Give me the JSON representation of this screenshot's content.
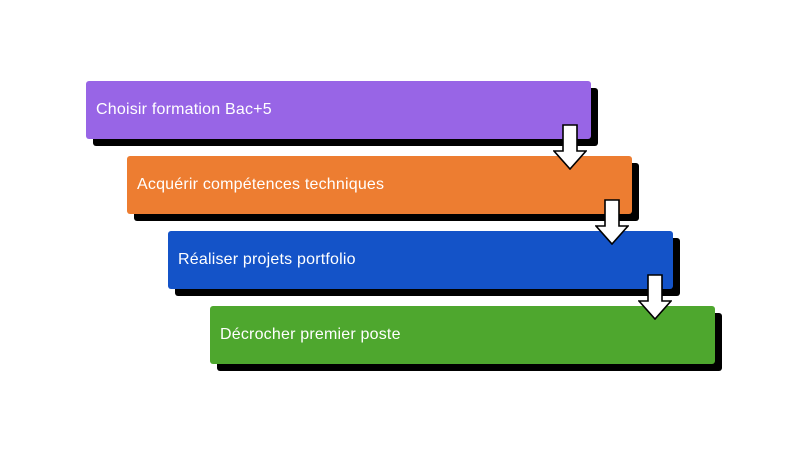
{
  "diagram": {
    "type": "cascade-process",
    "background": "#ffffff",
    "text_color": "#ffffff",
    "shadow_color": "#000000",
    "steps": [
      {
        "label": "Choisir formation Bac+5",
        "color": "#9865e6"
      },
      {
        "label": "Acquérir compétences techniques",
        "color": "#ed7d31"
      },
      {
        "label": "Réaliser projets portfolio",
        "color": "#1453c8"
      },
      {
        "label": "Décrocher premier poste",
        "color": "#4ea72e"
      }
    ],
    "arrow": {
      "name": "down-arrow",
      "fill": "#ffffff",
      "stroke": "#000000"
    }
  }
}
